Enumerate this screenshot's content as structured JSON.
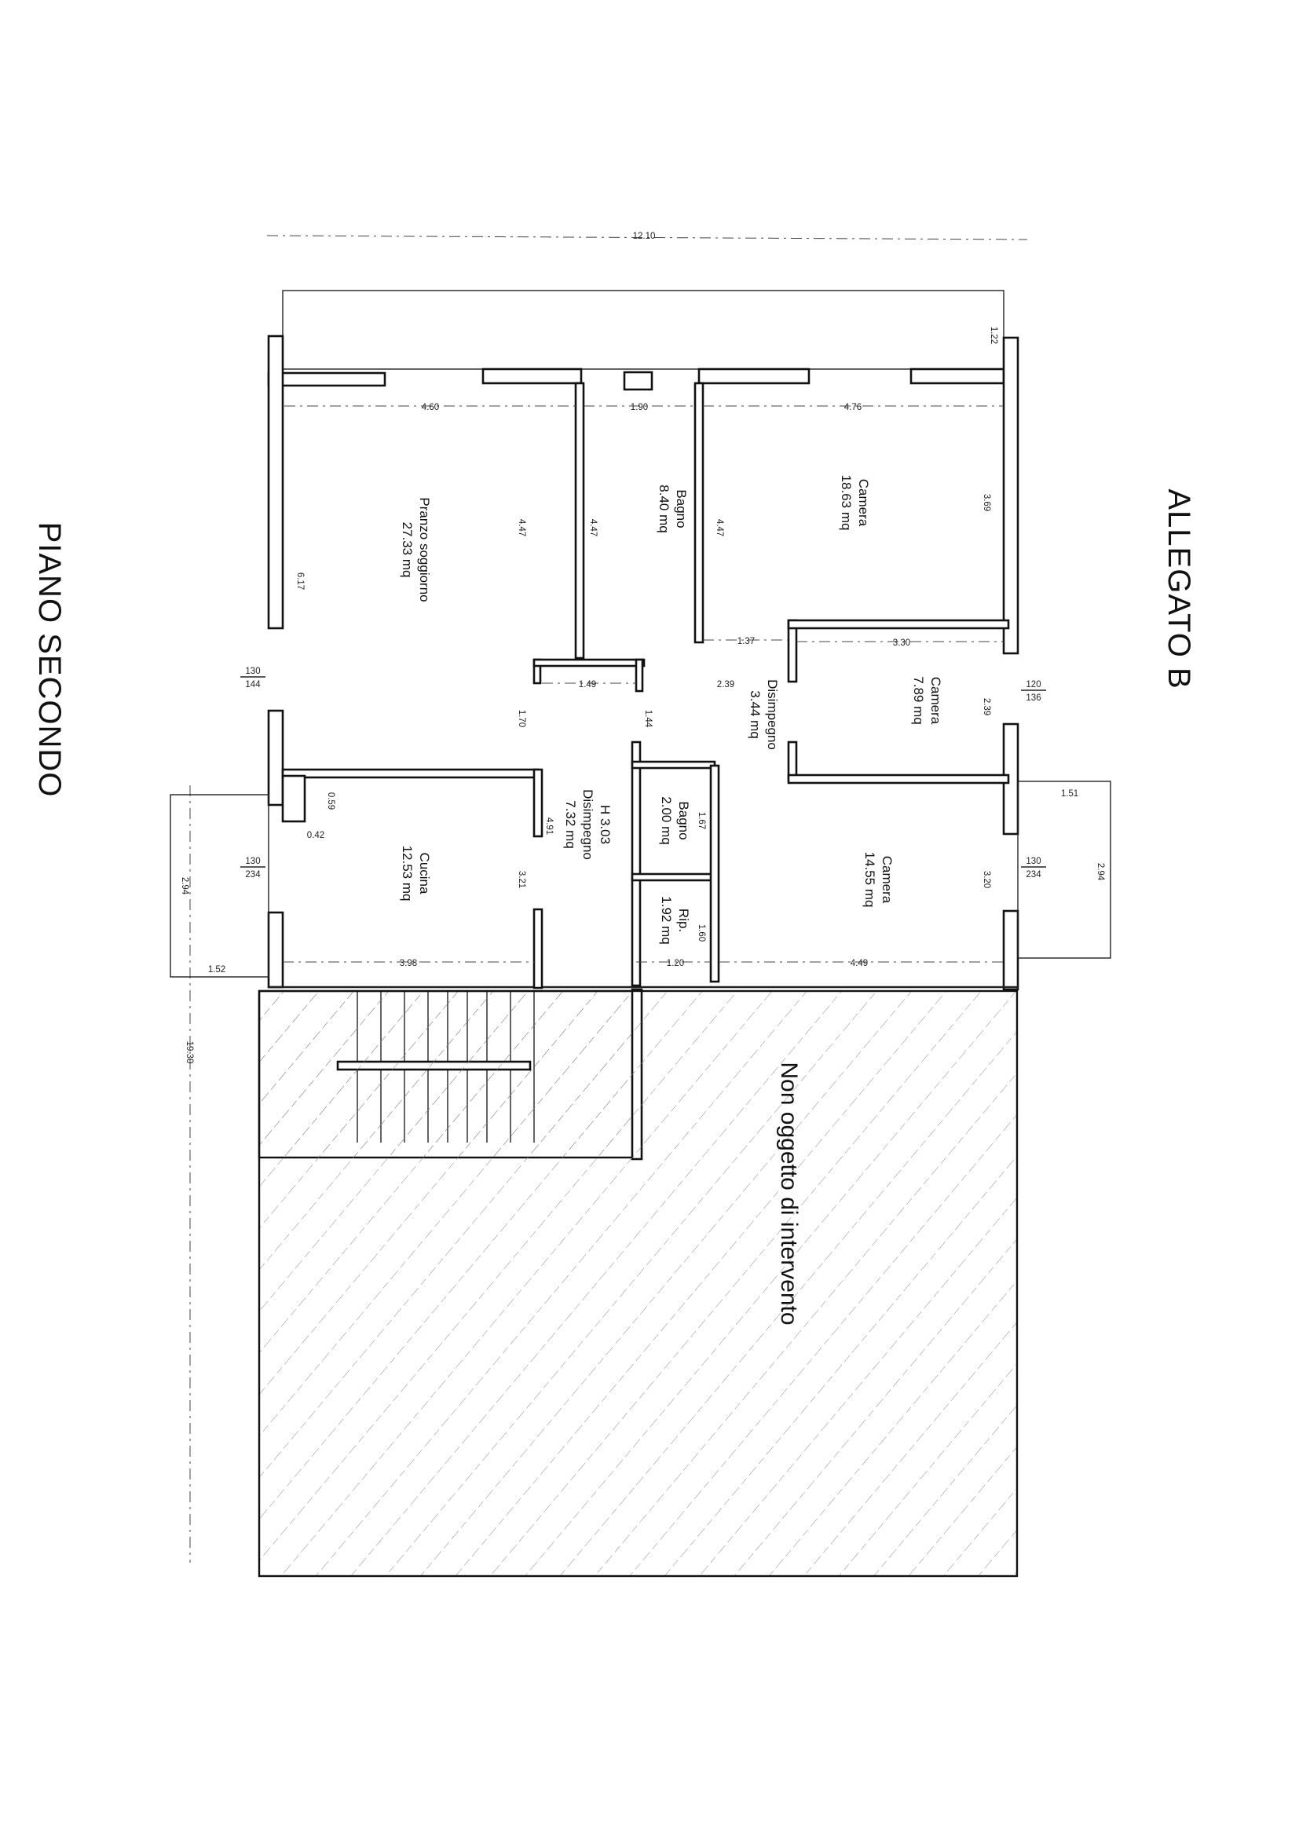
{
  "header": {
    "title": "ALLEGATO B"
  },
  "footer": {
    "floor_label": "PIANO SECONDO"
  },
  "area_note": "Non oggetto di intervento",
  "colors": {
    "lines": "#111111",
    "paper": "#ffffff",
    "hatch": "#888888"
  },
  "rooms": [
    {
      "name": "Pranzo soggiorno",
      "area": "27.33 mq"
    },
    {
      "name": "Bagno",
      "area": "8.40 mq"
    },
    {
      "name": "Camera",
      "area": "18.63 mq"
    },
    {
      "name": "Camera",
      "area": "7.89 mq"
    },
    {
      "name": "Disimpegno",
      "area": "3.44 mq"
    },
    {
      "name": "Disimpegno",
      "area": "7.32 mq",
      "height": "H 3.03"
    },
    {
      "name": "Bagno",
      "area": "2.00 mq"
    },
    {
      "name": "Rip.",
      "area": "1.92 mq"
    },
    {
      "name": "Cucina",
      "area": "12.53 mq"
    },
    {
      "name": "Camera",
      "area": "14.55 mq"
    }
  ],
  "dimensions": {
    "overall_length": "12.10",
    "overall_depth": "19.30",
    "balcony_depth": "1.22",
    "w_460": "4.60",
    "w_190": "1.90",
    "w_476": "4.76",
    "h_447_a": "4.47",
    "h_447_b": "4.47",
    "h_447_c": "4.47",
    "h_369": "3.69",
    "h_617": "6.17",
    "w_137": "1.37",
    "w_330": "3.30",
    "w_149": "1.49",
    "w_239_a": "2.39",
    "h_239_b": "2.39",
    "h_170": "1.70",
    "h_144": "1.44",
    "h_167": "1.67",
    "h_160": "1.60",
    "h_491": "4.91",
    "h_321": "3.21",
    "h_320": "3.20",
    "w_398": "3.98",
    "w_120": "1.20",
    "w_449": "4.49",
    "w_151": "1.51",
    "w_152": "1.52",
    "h_294_a": "2.94",
    "h_294_b": "2.94",
    "w_059": "0.59",
    "w_042": "0.42",
    "win_130_144_top": "130",
    "win_130_144_bot": "144",
    "win_120_136_top": "120",
    "win_120_136_bot": "136",
    "win_130_234_l_top": "130",
    "win_130_234_l_bot": "234",
    "win_130_234_r_top": "130",
    "win_130_234_r_bot": "234"
  }
}
